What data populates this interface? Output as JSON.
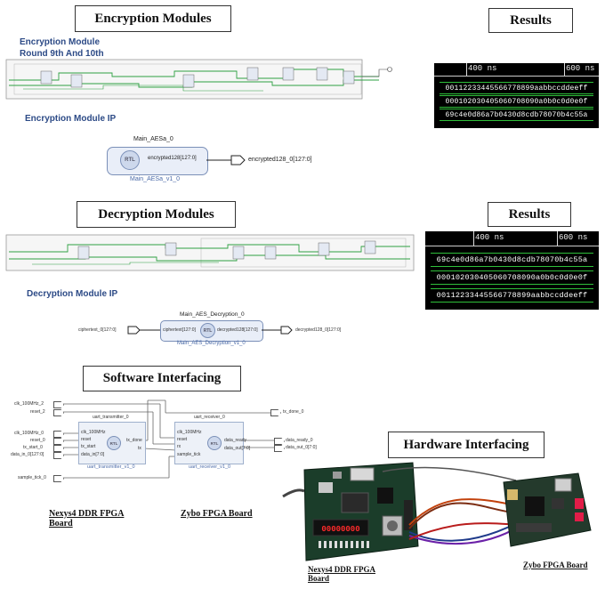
{
  "sections": {
    "encryption_title": "Encryption Modules",
    "decryption_title": "Decryption Modules",
    "software_title": "Software Interfacing",
    "hardware_title": "Hardware Interfacing",
    "results_title_1": "Results",
    "results_title_2": "Results"
  },
  "encryption": {
    "heading_line1": "Encryption Module",
    "heading_line2": "Round 9th And 10th",
    "ip_heading": "Encryption Module IP",
    "ip_instance": "Main_AESa_0",
    "ip_port_out": "encrypted128[127:0]",
    "ip_output_net": "encrypted128_0[127:0]",
    "ip_caption": "Main_AESa_v1_0",
    "rtl_label": "RTL"
  },
  "decryption": {
    "ip_heading": "Decryption Module IP",
    "ip_instance": "Main_AES_Decryption_0",
    "ip_port_in": "ciphertext[127:0]",
    "ip_port_out": "decrypted128[127:0]",
    "ip_input_net": "ciphertext_0[127:0]",
    "ip_output_net": "decrypted128_0[127:0]",
    "ip_caption": "Main_AES_Decryption_v1_0",
    "rtl_label": "RTL"
  },
  "results1": {
    "tick_a": "400 ns",
    "tick_b": "600 ns",
    "lanes": [
      "00112233445566778899aabbccddeeff",
      "000102030405060708090a0b0c0d0e0f",
      "69c4e0d86a7b0430d8cdb78070b4c55a"
    ]
  },
  "results2": {
    "tick_a": "400 ns",
    "tick_b": "600 ns",
    "lanes": [
      "69c4e0d86a7b0430d8cdb78070b4c55a",
      "000102030405060708090a0b0c0d0e0f",
      "00112233445566778899aabbccddeeff"
    ]
  },
  "software": {
    "top_inputs": [
      "clk_100MHz_2",
      "reset_2"
    ],
    "left_inputs": [
      "clk_100MHz_0",
      "reset_0",
      "tx_start_0",
      "data_in_0[127:0]"
    ],
    "sample_tick": "sample_tick_0",
    "tx_instance": "uart_transmitter_0",
    "tx_ports_in": [
      "clk_100MHz",
      "reset",
      "tx_start",
      "data_in[7:0]"
    ],
    "tx_ports_out": [
      "tx_done",
      "tx"
    ],
    "tx_caption": "uart_transmitter_v1_0",
    "rx_instance": "uart_receiver_0",
    "rx_ports_in": [
      "clk_100MHz",
      "reset",
      "rx",
      "sample_tick"
    ],
    "rx_ports_out": [
      "data_ready",
      "data_out[7:0]"
    ],
    "rx_caption": "uart_receiver_v1_0",
    "tx_done_out": "tx_done_0",
    "outputs": [
      "data_ready_0",
      "data_out_0[7:0]"
    ],
    "rtl_label": "RTL"
  },
  "boards": {
    "nexys_caption_left": "Nexys4 DDR FPGA Board",
    "zybo_caption_left": "Zybo FPGA Board",
    "nexys_caption_photo": "Nexys4 DDR FPGA Board",
    "zybo_caption_photo": "Zybo FPGA Board",
    "seven_seg": "00000000"
  }
}
